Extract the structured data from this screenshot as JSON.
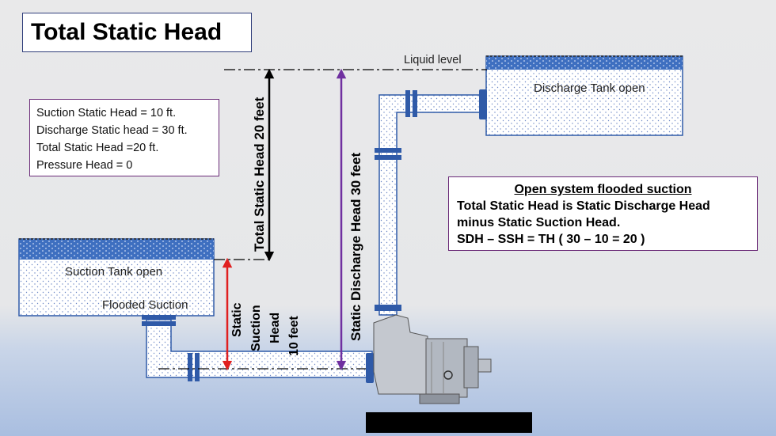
{
  "title": "Total Static Head",
  "info_box": {
    "lines": [
      "Suction Static Head = 10 ft.",
      "Discharge Static head = 30 ft.",
      "Total Static Head =20 ft.",
      "Pressure Head = 0"
    ]
  },
  "explanation_box": {
    "heading": "Open system flooded suction",
    "lines": [
      "Total Static Head is Static Discharge Head",
      "minus Static Suction Head.",
      "SDH – SSH = TH  ( 30 – 10 = 20 )"
    ]
  },
  "labels": {
    "liquid_level": "Liquid level",
    "discharge_tank": "Discharge Tank  open",
    "suction_tank": "Suction Tank open",
    "flooded_suction": "Flooded Suction",
    "total_static_head_dim": "Total Static Head 20 feet",
    "static_discharge_head_dim": "Static Discharge Head  30 feet",
    "static_suction_head_dim": [
      "Static",
      "Suction",
      "Head",
      "10 feet"
    ]
  },
  "colors": {
    "pipe_fill": "#ffffff",
    "pipe_outline": "#2f5aa8",
    "flange": "#2f5aa8",
    "tank_liquid": "#3e6fc0",
    "dim_total": "#000000",
    "dim_discharge": "#7030a0",
    "dim_suction": "#e02020",
    "box_border": "#6b2b78"
  }
}
